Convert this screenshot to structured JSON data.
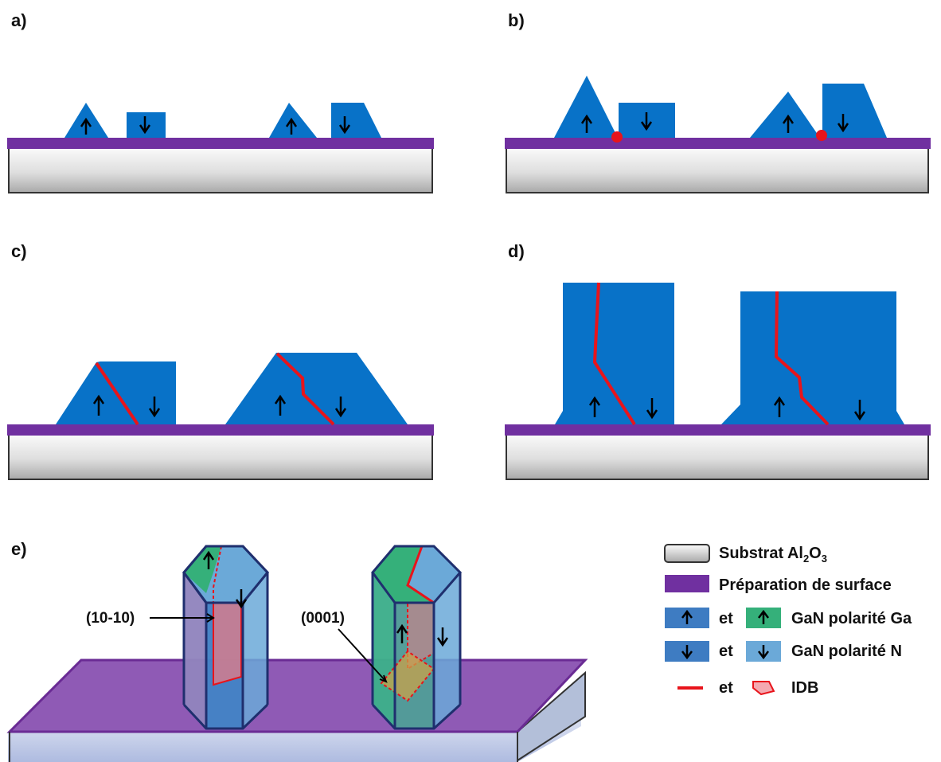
{
  "panels": {
    "a": "a)",
    "b": "b)",
    "c": "c)",
    "d": "d)",
    "e": "e)"
  },
  "planes": {
    "prism": "(10-10)",
    "basal": "(0001)"
  },
  "legend": {
    "substrate": "Substrat Al",
    "substrate_sub1": "2",
    "substrate_o": "O",
    "substrate_sub2": "3",
    "surface": "Préparation de surface",
    "et": "et",
    "ga_polarity": "GaN polarité Ga",
    "n_polarity": "GaN polarité N",
    "idb": "IDB"
  },
  "colors": {
    "gan": "#0872C8",
    "surface": "#7030A0",
    "idb": "#E8141B",
    "green_face": "#35B07A",
    "light_blue_face": "#6BA9D8"
  }
}
